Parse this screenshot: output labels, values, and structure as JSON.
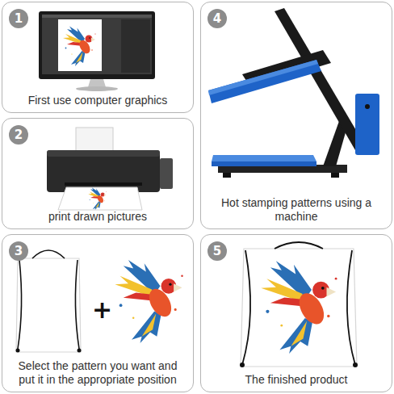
{
  "diagram": {
    "nodes": [
      {
        "text": [
          "First use computer graphics"
        ]
      },
      {
        "text": [
          "1"
        ],
        "in": 0
      },
      {
        "text": [
          "print drawn pictures"
        ]
      },
      {
        "text": [
          "2"
        ],
        "in": 2
      },
      {
        "text": [
          "Select the pattern you want and put it in the appropriate position"
        ]
      },
      {
        "text": [
          "3"
        ],
        "in": 4
      },
      {
        "text": [
          "Hot stamping patterns using a machine"
        ]
      },
      {
        "text": [
          "4"
        ],
        "in": 6
      },
      {
        "text": [
          "The finished product"
        ]
      },
      {
        "text": [
          "5"
        ],
        "in": 8
      }
    ],
    "labels": [
      "+"
    ]
  }
}
